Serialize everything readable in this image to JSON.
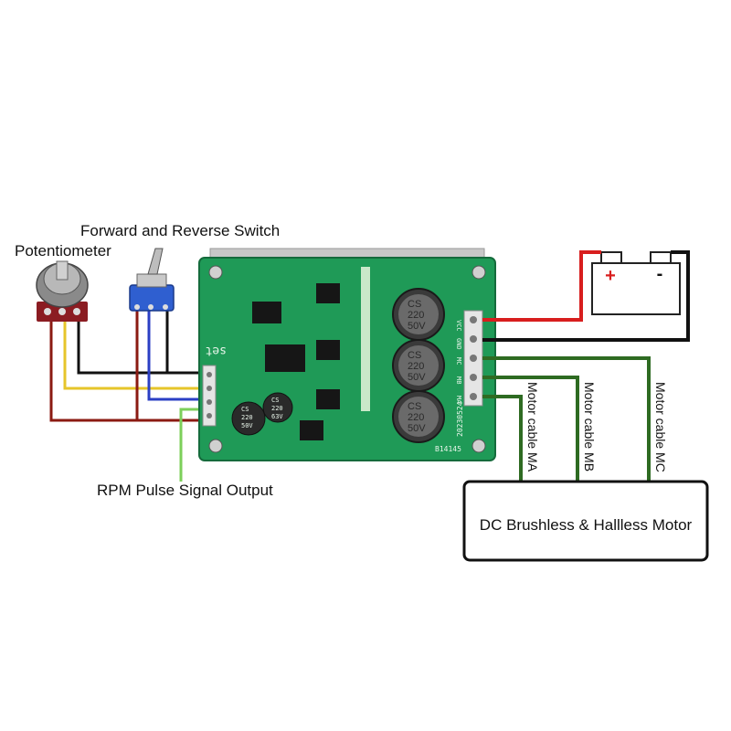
{
  "labels": {
    "switch": "Forward and Reverse Switch",
    "potentiometer": "Potentiometer",
    "rpm_output": "RPM Pulse Signal Output",
    "motor": "DC Brushless & Hallless Motor",
    "cable_ma": "Motor cable MA",
    "cable_mb": "Motor cable MB",
    "cable_mc": "Motor cable MC"
  },
  "battery": {
    "plus": "+",
    "minus": "-"
  },
  "board": {
    "pins": [
      "VCC",
      "GND",
      "MC",
      "MB",
      "MA"
    ],
    "set_label": "set",
    "date_code": "20230524",
    "serial": "B14145",
    "capacitor_text": [
      "CS",
      "220",
      "50V"
    ],
    "small_cap_a": [
      "CS",
      "220",
      "50V"
    ],
    "small_cap_b": [
      "CS",
      "220",
      "63V"
    ]
  },
  "colors": {
    "power_positive": "#d81e1e",
    "power_negative": "#111111",
    "motor_wires": "#2e6b22",
    "signal_red": "#8b1a12",
    "signal_yellow": "#e6c52a",
    "signal_blue": "#2b3fc4",
    "signal_black": "#111111",
    "rpm_wire": "#7ccf5a",
    "pcb": "#1f9a57"
  }
}
